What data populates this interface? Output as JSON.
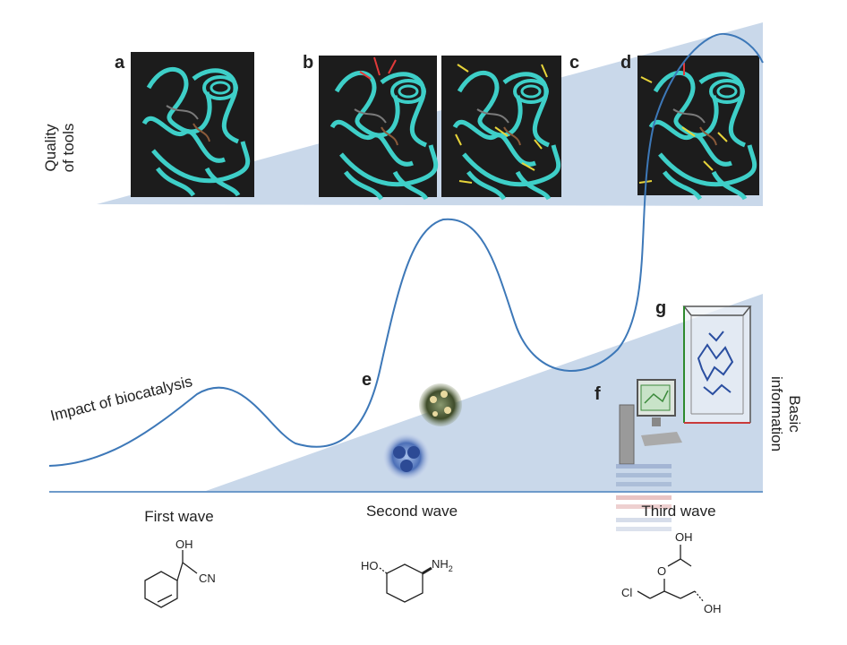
{
  "labels": {
    "quality_of_tools_line1": "Quality",
    "quality_of_tools_line2": "of tools",
    "basic_information_line1": "Basic",
    "basic_information_line2": "information",
    "impact_curve": "Impact of biocatalysis"
  },
  "panels": [
    "a",
    "b",
    "c",
    "d",
    "e",
    "f",
    "g"
  ],
  "waves": [
    "First wave",
    "Second wave",
    "Third wave"
  ],
  "chemistry": {
    "first": {
      "oh": "OH",
      "cn": "CN"
    },
    "second": {
      "ho": "HO",
      "nh": "NH",
      "nh_sub": "2"
    },
    "third": {
      "oh_top": "OH",
      "o": "O",
      "cl": "Cl",
      "oh_bottom": "OH"
    }
  },
  "colors": {
    "wedge": "#c9d8ea",
    "curve": "#3d78b8",
    "protein": "#3ecfc8",
    "panel_bg": "#1c1c1c",
    "marker_red": "#e23a3a",
    "marker_yellow": "#e7d43a"
  }
}
